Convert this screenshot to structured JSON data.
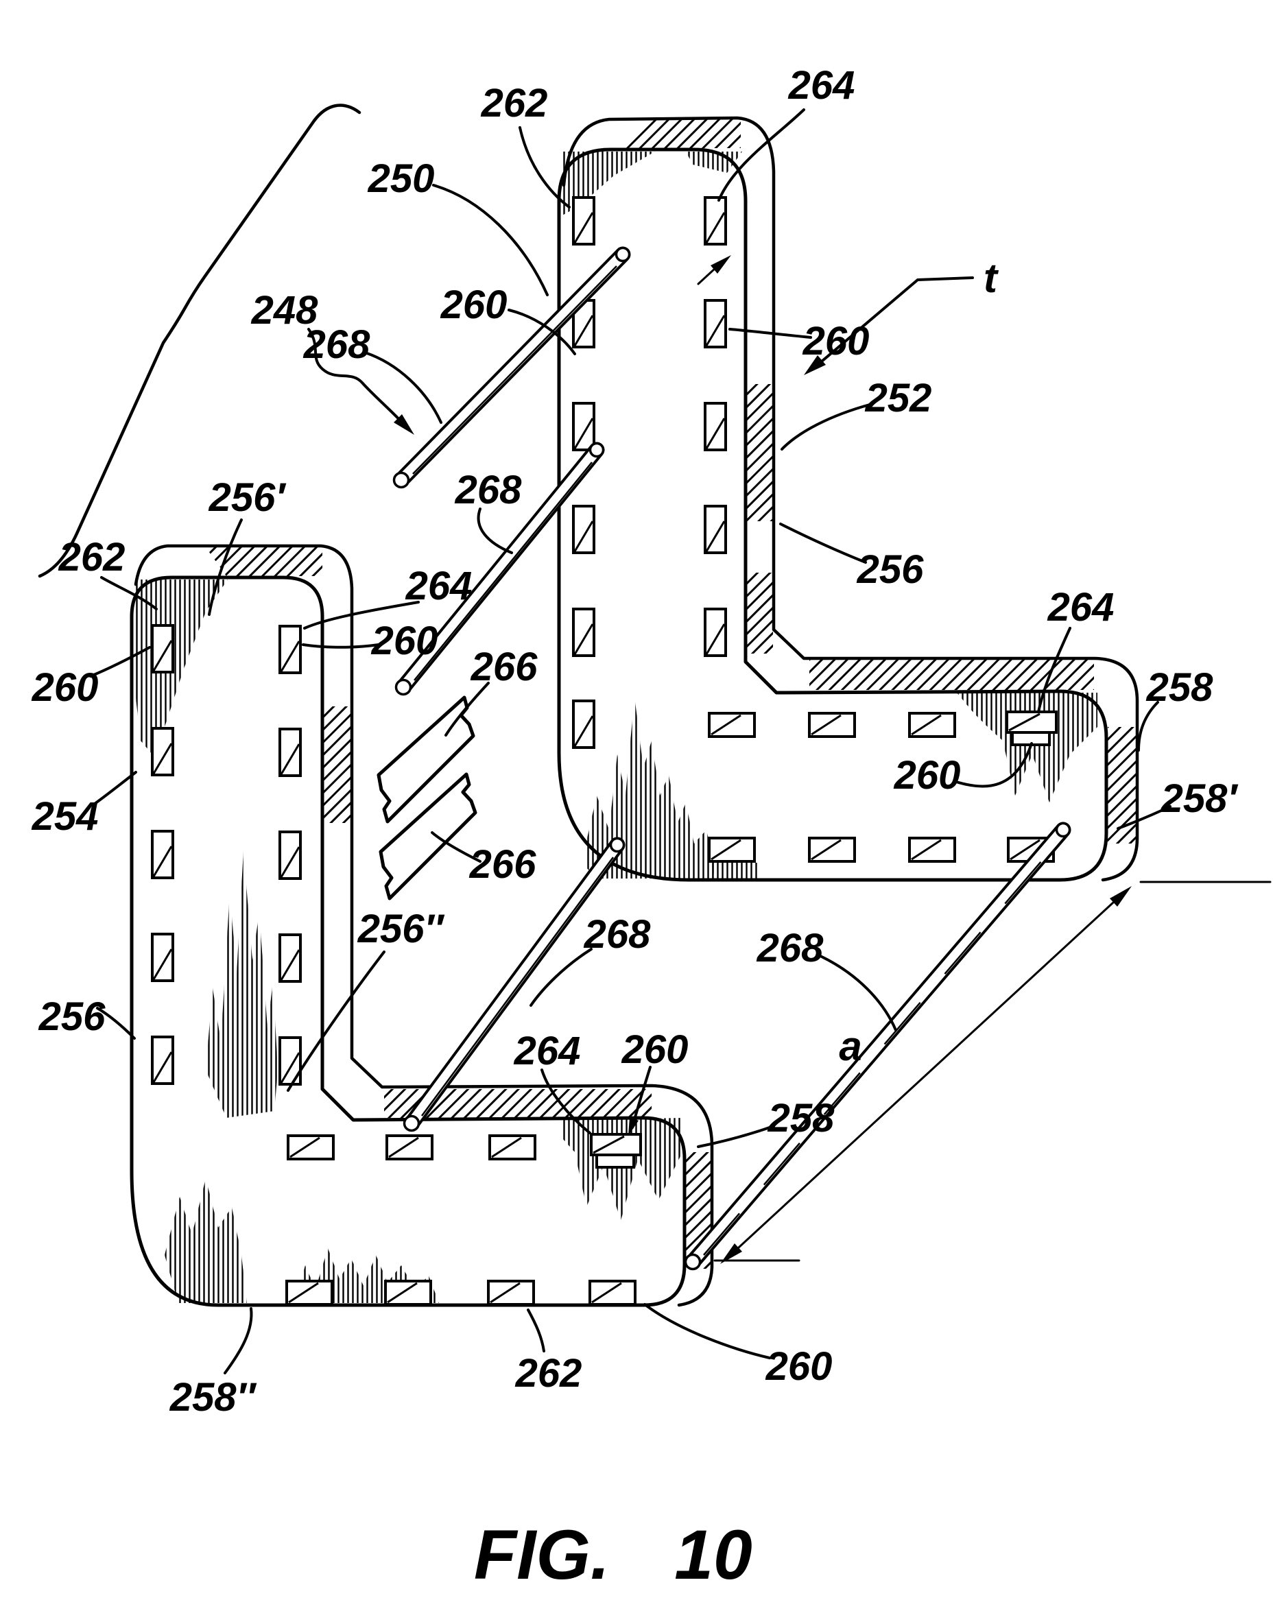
{
  "figure": {
    "caption_fig": "FIG.",
    "caption_num": "10",
    "ink_color": "#000000",
    "paper_color": "#ffffff"
  },
  "labels": [
    {
      "text": "262"
    },
    {
      "text": "250"
    },
    {
      "text": "264"
    },
    {
      "text": "t"
    },
    {
      "text": "260"
    },
    {
      "text": "268"
    },
    {
      "text": "268"
    },
    {
      "text": "252"
    },
    {
      "text": "256′"
    },
    {
      "text": "262"
    },
    {
      "text": "264"
    },
    {
      "text": "260"
    },
    {
      "text": "260"
    },
    {
      "text": "266"
    },
    {
      "text": "260"
    },
    {
      "text": "256"
    },
    {
      "text": "254"
    },
    {
      "text": "264"
    },
    {
      "text": "258"
    },
    {
      "text": "260"
    },
    {
      "text": "258′"
    },
    {
      "text": "266"
    },
    {
      "text": "256″"
    },
    {
      "text": "268"
    },
    {
      "text": "256"
    },
    {
      "text": "268"
    },
    {
      "text": "a"
    },
    {
      "text": "264"
    },
    {
      "text": "260"
    },
    {
      "text": "258"
    },
    {
      "text": "258″"
    },
    {
      "text": "262"
    },
    {
      "text": "260"
    },
    {
      "text": "248"
    }
  ]
}
